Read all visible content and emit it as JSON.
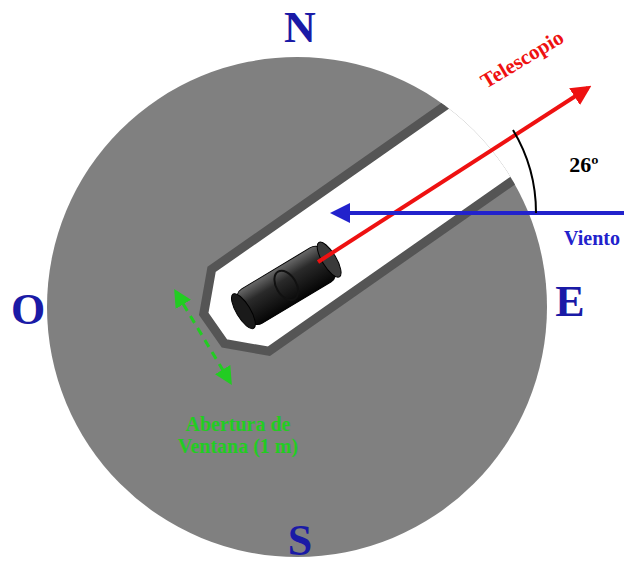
{
  "diagram": {
    "labels": [
      "N",
      "O",
      "E",
      "S",
      "Telescopio",
      "26º",
      "Viento",
      "Abertura de Ventana (1 m)"
    ]
  }
}
